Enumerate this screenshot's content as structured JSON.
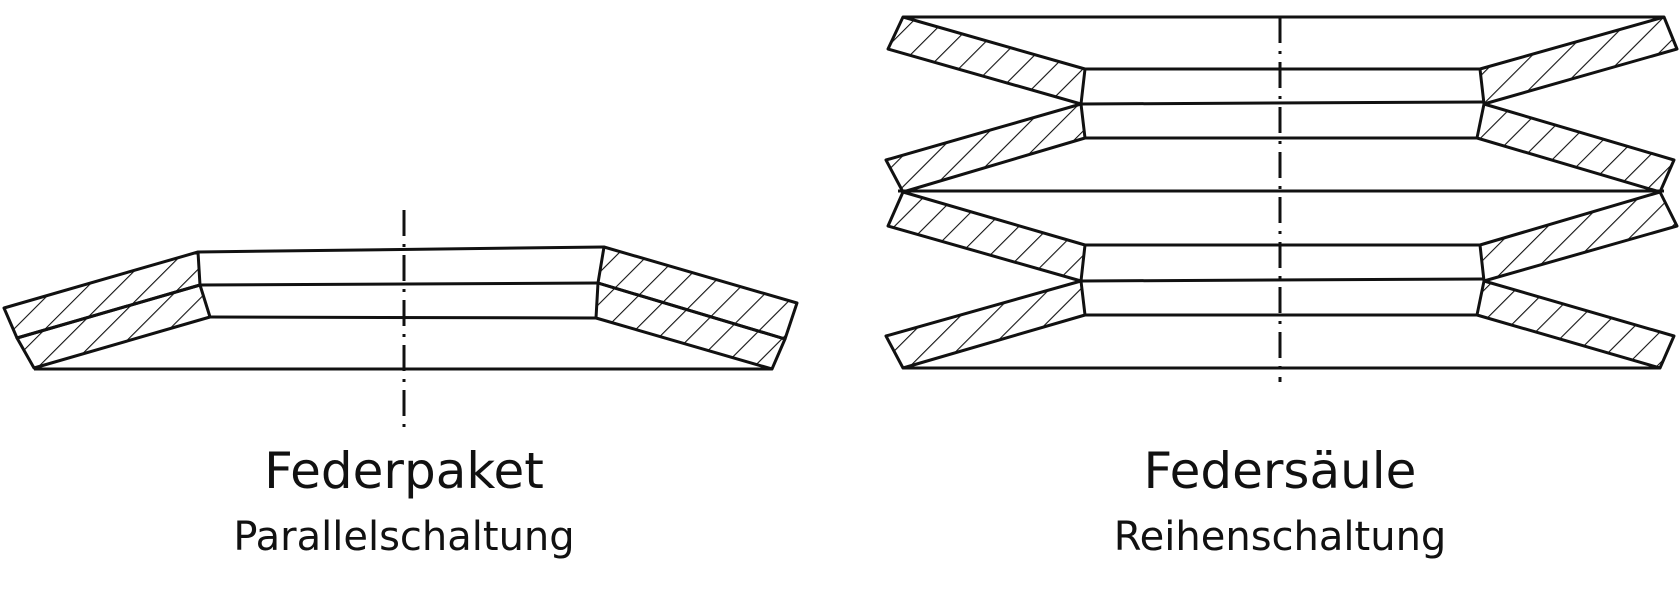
{
  "colors": {
    "line": "#111111",
    "background": "#ffffff"
  },
  "figures": [
    {
      "id": "paket",
      "title": "Federpaket",
      "subtitle": "Parallelschaltung"
    },
    {
      "id": "saeule",
      "title": "Federsäule",
      "subtitle": "Reihenschaltung"
    }
  ]
}
